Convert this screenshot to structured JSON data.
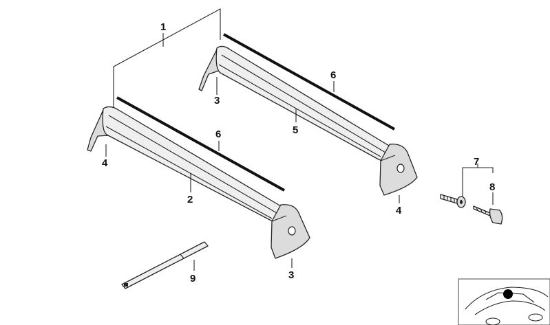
{
  "diagram": {
    "callouts": {
      "c1": "1",
      "c2": "2",
      "c3a": "3",
      "c3b": "3",
      "c4a": "4",
      "c4b": "4",
      "c5": "5",
      "c6a": "6",
      "c6b": "6",
      "c7": "7",
      "c8": "8",
      "c9": "9"
    }
  }
}
